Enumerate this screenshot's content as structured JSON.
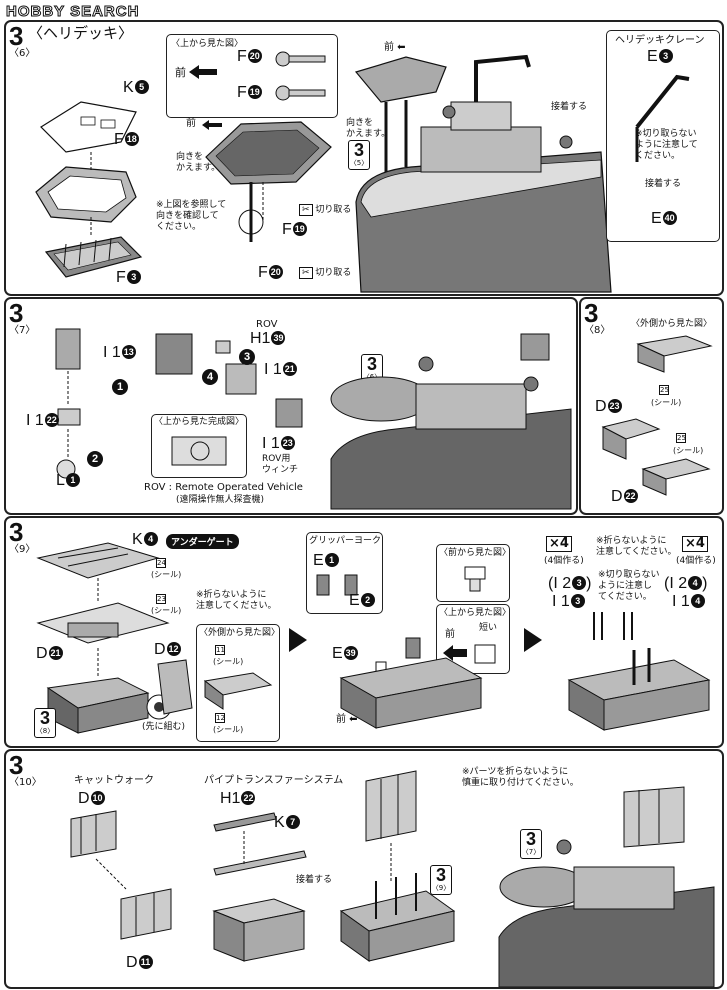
{
  "watermark": {
    "text": "HOBBY SEARCH"
  },
  "s6": {
    "num": "3",
    "sub": "〈6〉",
    "title": "〈ヘリデッキ〉",
    "crane_title": "ヘリデッキクレーン"
  },
  "s7": {
    "num": "3",
    "sub": "〈7〉"
  },
  "s8": {
    "num": "3",
    "sub": "〈8〉",
    "outer_view": "〈外側から見た図〉"
  },
  "s9": {
    "num": "3",
    "sub": "〈9〉",
    "underdeck": "アンダーゲート"
  },
  "s10": {
    "num": "3",
    "sub": "〈10〉",
    "catwalk": "キャットウォーク",
    "pipe": "パイプトランスファーシステム"
  },
  "labels": {
    "K5": "K",
    "K5n": "5",
    "F18": "F",
    "F18n": "18",
    "F3": "F",
    "F3n": "3",
    "F20": "F",
    "F20n": "20",
    "F19": "F",
    "F19n": "19",
    "F19b": "F",
    "F19bn": "19",
    "F20b": "F",
    "F20bn": "20",
    "E3": "E",
    "E3n": "3",
    "E40": "E",
    "E40n": "40",
    "I113": "I 1",
    "I113n": "13",
    "I122": "I 1",
    "I122n": "22",
    "L1": "L",
    "L1n": "1",
    "H139": "H1",
    "H139n": "39",
    "I121": "I 1",
    "I121n": "21",
    "I123": "I 1",
    "I123n": "23",
    "D23": "D",
    "D23n": "23",
    "D22": "D",
    "D22n": "22",
    "K4": "K",
    "K4n": "4",
    "D21": "D",
    "D21n": "21",
    "D12": "D",
    "D12n": "12",
    "E1": "E",
    "E1n": "1",
    "E2": "E",
    "E2n": "2",
    "E39": "E",
    "E39n": "39",
    "I12_3": "(I 2",
    "I12_3n": "3",
    "I13": "I 1",
    "I13n": "3",
    "I12_4": "(I 2",
    "I12_4n": "4",
    "I14": "I 1",
    "I14n": "4",
    "D10": "D",
    "D10n": "10",
    "D11": "D",
    "D11n": "11",
    "H122": "H1",
    "H122n": "22",
    "K7": "K",
    "K7n": "7"
  },
  "notes": {
    "top_view": "〈上から見た図〉",
    "front": "前",
    "front2": "前",
    "face1": "向きを\nかえます。",
    "face2": "向きを\nかえます。",
    "refer": "※上図を参照して\n向きを確認して\nください。",
    "cut": "切り取る",
    "cut2": "切り取る",
    "glue": "接着する",
    "glue2": "接着する",
    "glue3": "接着する",
    "nocut_crane": "※切り取らない\nように注意して\nください。",
    "rov_label": "ROV",
    "rov_winch": "ROV用\nウィンチ",
    "top_complete": "〈上から見た完成図〉",
    "rov_def": "ROV : Remote Operated Vehicle",
    "rov_jp": "(遠隔操作無人探査機)",
    "nobend9": "※折らないように\n注意してください。",
    "seal": "(シール)",
    "outer_view": "〈外側から見た図〉",
    "pre": "(先に組む)",
    "gripper": "グリッパーヨーク",
    "front_view": "〈前から見た図〉",
    "top_view2": "〈上から見た図〉",
    "short": "短い",
    "front3": "前",
    "x4a": "×4",
    "x4a_sub": "(4個作る)",
    "x4b": "×4",
    "x4b_sub": "(4個作る)",
    "nobend_b": "※折らないように\n注意してください。",
    "nocut_b": "※切り取らない\nように注意し\nてください。",
    "careful": "※パーツを折らないように\n慎重に取り付けてください。",
    "seal_nums": {
      "a": "25",
      "b": "25",
      "c": "24",
      "d": "23",
      "e": "11",
      "f": "12"
    }
  },
  "refs": {
    "r5": "3",
    "r5s": "〈5〉",
    "r6": "3",
    "r6s": "〈6〉",
    "r8": "3",
    "r8s": "〈8〉",
    "r9": "3",
    "r9s": "〈9〉",
    "r7": "3",
    "r7s": "〈7〉"
  },
  "steps": {
    "one": "1",
    "two": "2",
    "three": "3",
    "four": "4"
  },
  "colors": {
    "ink": "#111111",
    "shade": "#888888",
    "hull": "#555555"
  }
}
